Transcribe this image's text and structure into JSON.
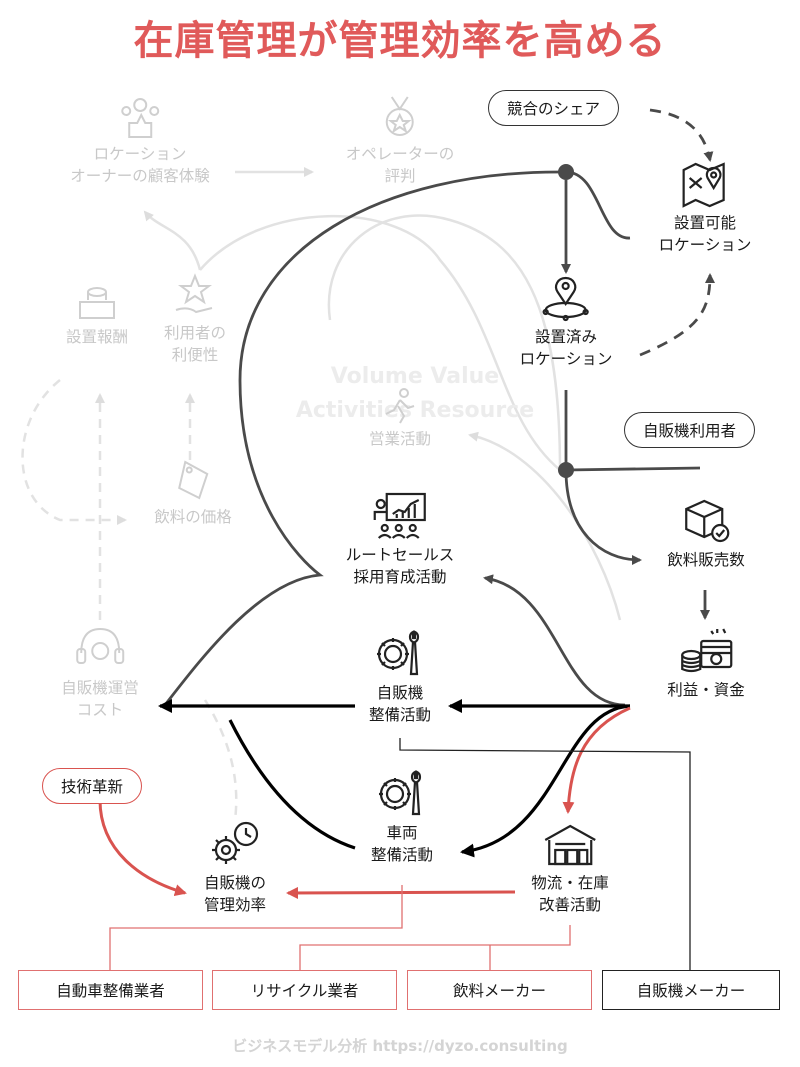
{
  "title": "在庫管理が管理効率を高める",
  "watermark": {
    "line1": "Volume Value",
    "line2": "Activities Resource"
  },
  "nodes": {
    "location_cx": {
      "line1": "ロケーション",
      "line2": "オーナーの顧客体験"
    },
    "operator_rep": {
      "line1": "オペレーターの",
      "line2": "評判"
    },
    "install_reward": {
      "line1": "設置報酬"
    },
    "user_convenience": {
      "line1": "利用者の",
      "line2": "利便性"
    },
    "drink_price": {
      "line1": "飲料の価格"
    },
    "sales_activity": {
      "line1": "営業活動"
    },
    "vm_op_cost": {
      "line1": "自販機運営",
      "line2": "コスト"
    },
    "installable_loc": {
      "line1": "設置可能",
      "line2": "ロケーション"
    },
    "installed_loc": {
      "line1": "設置済み",
      "line2": "ロケーション"
    },
    "drink_sales": {
      "line1": "飲料販売数"
    },
    "profit": {
      "line1": "利益・資金"
    },
    "route_sales": {
      "line1": "ルートセールス",
      "line2": "採用育成活動"
    },
    "vm_maintenance": {
      "line1": "自販機",
      "line2": "整備活動"
    },
    "vehicle_maintenance": {
      "line1": "車両",
      "line2": "整備活動"
    },
    "logistics": {
      "line1": "物流・在庫",
      "line2": "改善活動"
    },
    "vm_efficiency": {
      "line1": "自販機の",
      "line2": "管理効率"
    }
  },
  "pills": {
    "competition": "競合のシェア",
    "vm_users": "自販機利用者",
    "tech_innovation": "技術革新"
  },
  "partners": [
    "自動車整備業者",
    "リサイクル業者",
    "飲料メーカー",
    "自販機メーカー"
  ],
  "footer": "ビジネスモデル分析 https://dyzo.consulting",
  "colors": {
    "accent": "#e05a5a",
    "red_line": "#d9534f",
    "dark": "#444444",
    "faded": "#dddddd"
  }
}
